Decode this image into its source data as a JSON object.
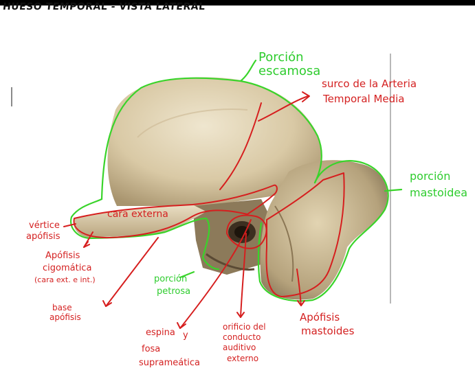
{
  "title": "HUESO TEMPORAL - VISTA LATERAL",
  "colors": {
    "bone_light": "#e8dcc0",
    "bone_mid": "#c9b792",
    "bone_dark": "#6f6047",
    "outline_green": "#39d42a",
    "annotation_red": "#d61e1e",
    "label_green": "#2ecc2e"
  },
  "labels": {
    "porcion_escamosa_1": "Porción",
    "porcion_escamosa_2": "escamosa",
    "surco_1": "surco de la Arteria",
    "surco_2": "Temporal Media",
    "porcion_mastoidea_1": "porción",
    "porcion_mastoidea_2": "mastoidea",
    "cara_externa": "cara externa",
    "vertice_1": "vértice",
    "vertice_2": "apófisis",
    "cigomatica_1": "Apófisis",
    "cigomatica_2": "cigomática",
    "cigomatica_3": "(cara ext. e int.)",
    "base_1": "base",
    "base_2": "apófisis",
    "petrosa_1": "porción",
    "petrosa_2": "petrosa",
    "espina_1": "espina",
    "espina_2": "y",
    "espina_3": "fosa",
    "espina_4": "suprameática",
    "orificio_1": "orificio del",
    "orificio_2": "conducto",
    "orificio_3": "auditivo",
    "orificio_4": "externo",
    "mastoides_1": "Apófisis",
    "mastoides_2": "mastoides"
  }
}
